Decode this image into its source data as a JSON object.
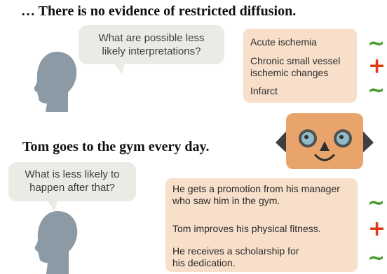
{
  "scenario1": {
    "statement": "… There is no evidence of restricted diffusion.",
    "question": "What are possible less likely interpretations?",
    "answers": [
      {
        "text": "Acute ischemia",
        "mark": "~"
      },
      {
        "text": "Chronic small vessel ischemic changes",
        "mark": "+"
      },
      {
        "text": "Infarct",
        "mark": "~"
      }
    ]
  },
  "scenario2": {
    "statement": "Tom goes to the gym every day.",
    "question": "What is less likely to happen after that?",
    "answers": [
      {
        "text": "He gets a promotion from his manager who saw him in the gym.",
        "mark": "~"
      },
      {
        "text": "Tom improves his physical fitness.",
        "mark": "+"
      },
      {
        "text": "He receives a scholarship for his dedication.",
        "mark": "~"
      }
    ]
  },
  "colors": {
    "question_bubble": "#ebebe6",
    "answer_box": "#f7dfca",
    "tilde_mark": "#4c9a2a",
    "plus_mark": "#e03a12",
    "robot_face": "#e9a46c",
    "head_silhouette": "#8b9aa5"
  },
  "icons": {
    "person": "person-head-silhouette-icon",
    "robot": "robot-head-icon"
  }
}
